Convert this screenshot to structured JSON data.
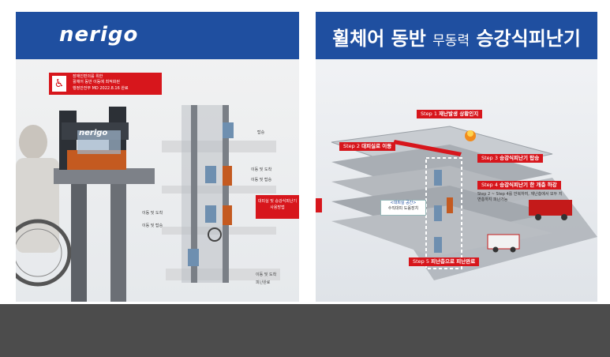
{
  "left_panel": {
    "logo": "nerigo",
    "badge": {
      "line1": "장애인편의를 위한",
      "line2": "휠체어 동반 이동에 최적화된",
      "line3": "행정안전부 MD 2022.8.16 완료"
    },
    "device_label": "nerigo",
    "floor_labels": [
      {
        "name": "boarding",
        "text": "탑승"
      },
      {
        "name": "arrive-1",
        "text": "이동 및 도착"
      },
      {
        "name": "board-2",
        "text": "이동 및 탑승"
      },
      {
        "name": "arrive-2",
        "text": "이동 및 도착"
      },
      {
        "name": "board-3",
        "text": "이동 및 탑승"
      },
      {
        "name": "final",
        "text": "이동 및 도착"
      },
      {
        "name": "evac-complete",
        "text": "피난완료"
      }
    ],
    "side_note": "대피실 및 승강식피난기 사용방법"
  },
  "right_panel": {
    "title_a": "휠체어 동반",
    "title_b": "무동력",
    "title_c": "승강식피난기",
    "steps": [
      {
        "label": "Step 1",
        "text": "재난발생 상황인지"
      },
      {
        "label": "Step 2",
        "text": "대피실로 이동"
      },
      {
        "label": "Step 3",
        "text": "승강식피난기 탑승"
      },
      {
        "label": "Step 4",
        "text": "승강식피난기 한 개층 하강"
      },
      {
        "label": "Step 5",
        "text": "피난층으로 피난완료"
      }
    ],
    "step4_note": "Step 2 ~ Step 4를 반복하여, 재난층에서 모두 지면층까지 피난가능",
    "shelter_label": "<대피실 공간>",
    "shelter_sub": "수직대피 도움장치"
  },
  "colors": {
    "banner": "#1f4fa0",
    "accent_red": "#d7161c",
    "bottom_bar": "#4c4c4c"
  }
}
